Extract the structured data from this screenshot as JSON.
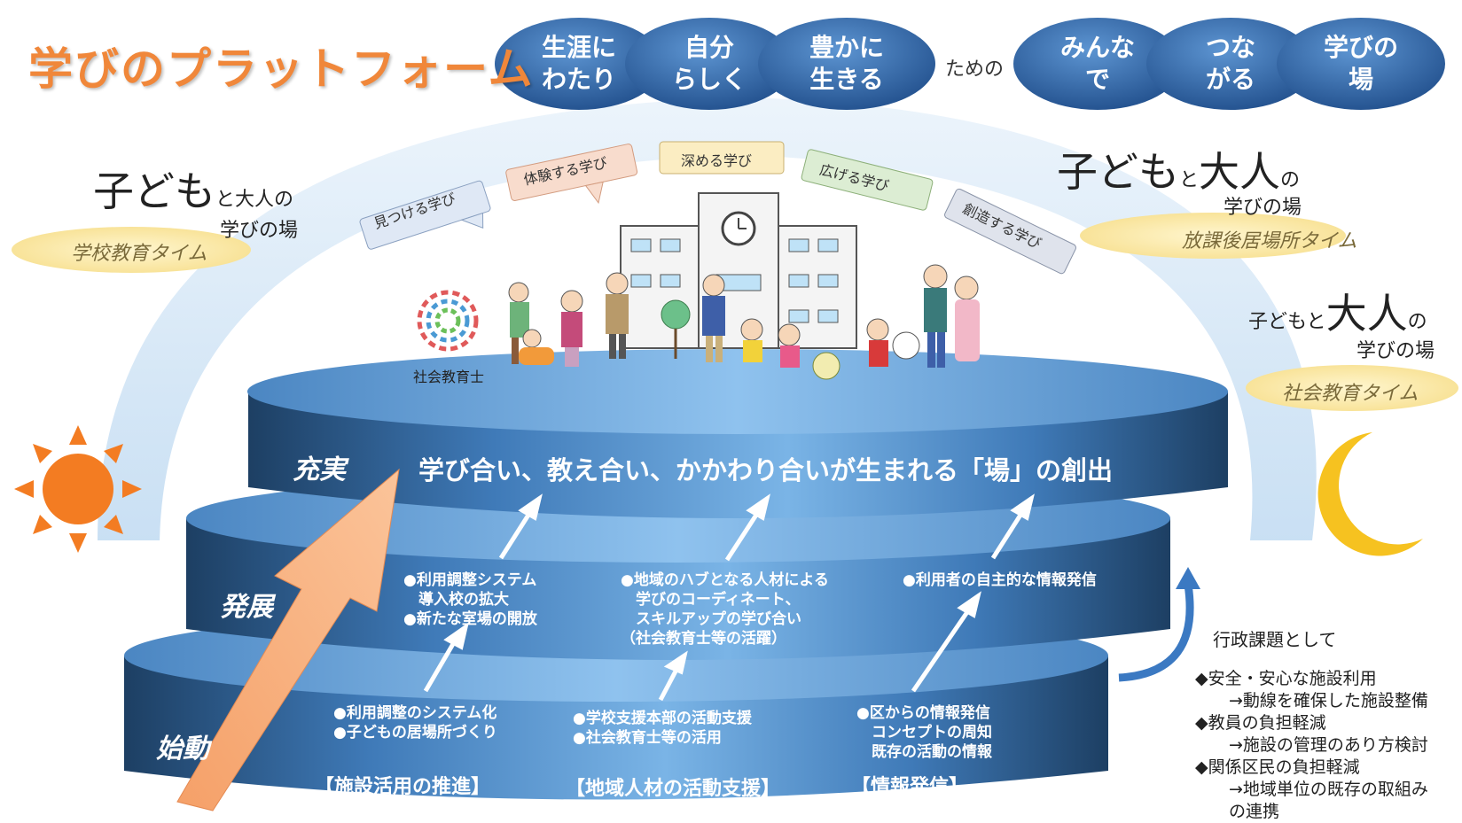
{
  "title": "学びのプラットフォーム",
  "top_bubbles_left": [
    "生涯に\nわたり",
    "自分\nらしく",
    "豊かに\n生きる"
  ],
  "connector": "ための",
  "top_bubbles_right": [
    "みんな\nで",
    "つな\nがる",
    "学びの\n場"
  ],
  "school_time": {
    "line1_big": "子ども",
    "line1_small": "と大人の",
    "line2": "学びの場",
    "time": "学校教育タイム"
  },
  "afterschool_time": {
    "line1_big_a": "子ども",
    "line1_small_a": "と",
    "line1_big_b": "大人",
    "line1_small_b": "の",
    "line2": "学びの場",
    "time": "放課後居場所タイム"
  },
  "social_time": {
    "line1_small_a": "子どもと",
    "line1_big": "大人",
    "line1_small_b": "の",
    "line2": "学びの場",
    "time": "社会教育タイム"
  },
  "speech_bubbles": [
    {
      "text": "見つける学び",
      "fill": "#dfe8f5"
    },
    {
      "text": "体験する学び",
      "fill": "#f8dccd"
    },
    {
      "text": "深める学び",
      "fill": "#fbedc2"
    },
    {
      "text": "広げる学び",
      "fill": "#dcedd3"
    },
    {
      "text": "創造する学び",
      "fill": "#dfe3ec"
    }
  ],
  "logo_caption": "社会教育士",
  "tiers": {
    "top": {
      "label": "充実",
      "message": "学び合い、教え合い、かかわり合いが生まれる「場」の創出"
    },
    "middle": {
      "label": "発展",
      "items": [
        "●利用調整システム\n　導入校の拡大\n●新たな室場の開放",
        "●地域のハブとなる人材による\n　学びのコーディネート、\n　スキルアップの学び合い\n（社会教育士等の活躍）",
        "●利用者の自主的な情報発信"
      ]
    },
    "bottom": {
      "label": "始動",
      "items": [
        "●利用調整のシステム化\n●子どもの居場所づくり",
        "●学校支援本部の活動支援\n●社会教育士等の活用",
        "●区からの情報発信\n　コンセプトの周知\n　既存の活動の情報"
      ],
      "categories": [
        "【施設活用の推進】",
        "【地域人材の活動支援】",
        "【情報発信】"
      ]
    }
  },
  "gyosei": {
    "title": "行政課題として",
    "items": "◆安全・安心な施設利用\n　　→動線を確保した施設整備\n◆教員の負担軽減\n　　→施設の管理のあり方検討\n◆関係区民の負担軽減\n　　→地域単位の既存の取組み\n　　の連携"
  },
  "colors": {
    "title": "#f0873a",
    "bubble_dark": "#2a5f9e",
    "tier_dark": "#1d3f63",
    "tier_light": "#7ab4e6",
    "arrow_orange": "#f7b07a",
    "sun": "#f37c22",
    "moon": "#f6c220",
    "time_ellipse": "#fbe9a6"
  },
  "icons": [
    "sun-icon",
    "moon-icon",
    "school-building-icon",
    "clock-icon",
    "people-illustration",
    "social-education-logo"
  ]
}
